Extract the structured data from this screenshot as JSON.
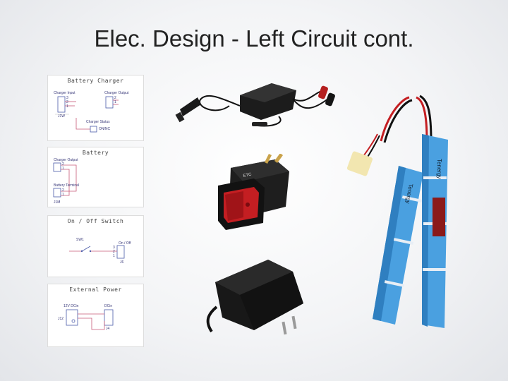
{
  "slide": {
    "title": "Elec. Design - Left Circuit cont."
  },
  "schematics": [
    {
      "header": "Battery Charger",
      "labels": [
        "Charger Input",
        "Charger Output",
        "3",
        "2",
        "1",
        "2",
        "1",
        "Charger Status",
        "ON/NC",
        "J1W"
      ]
    },
    {
      "header": "Battery",
      "labels": [
        "Charger Output",
        "2",
        "1",
        "Battery Terminal",
        "2",
        "1",
        "J1M"
      ]
    },
    {
      "header": "On / Off Switch",
      "labels": [
        "SW1",
        "On / Off",
        "3",
        "2",
        "1",
        "J6"
      ]
    },
    {
      "header": "External Power",
      "labels": [
        "12V DCin",
        "DCin",
        "J12",
        "J4"
      ]
    }
  ],
  "photos": [
    {
      "name": "battery-charger-photo"
    },
    {
      "name": "rocker-switch-photo"
    },
    {
      "name": "ac-adapter-photo"
    },
    {
      "name": "nimh-battery-pack-photo",
      "brand": "Tenergy"
    }
  ],
  "colors": {
    "wire_schematic": "#c85a78",
    "connector_outline": "#4a5aa8",
    "battery_cell": "#4aa0e0",
    "switch_red": "#d8282a",
    "device_black": "#1c1c1c"
  }
}
